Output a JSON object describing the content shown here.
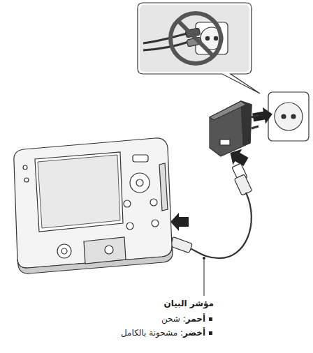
{
  "diagram": {
    "labels": [
      "مؤشر البيان",
      "أحمر: شحن",
      "أخضر: مشحونة بالكامل"
    ]
  }
}
